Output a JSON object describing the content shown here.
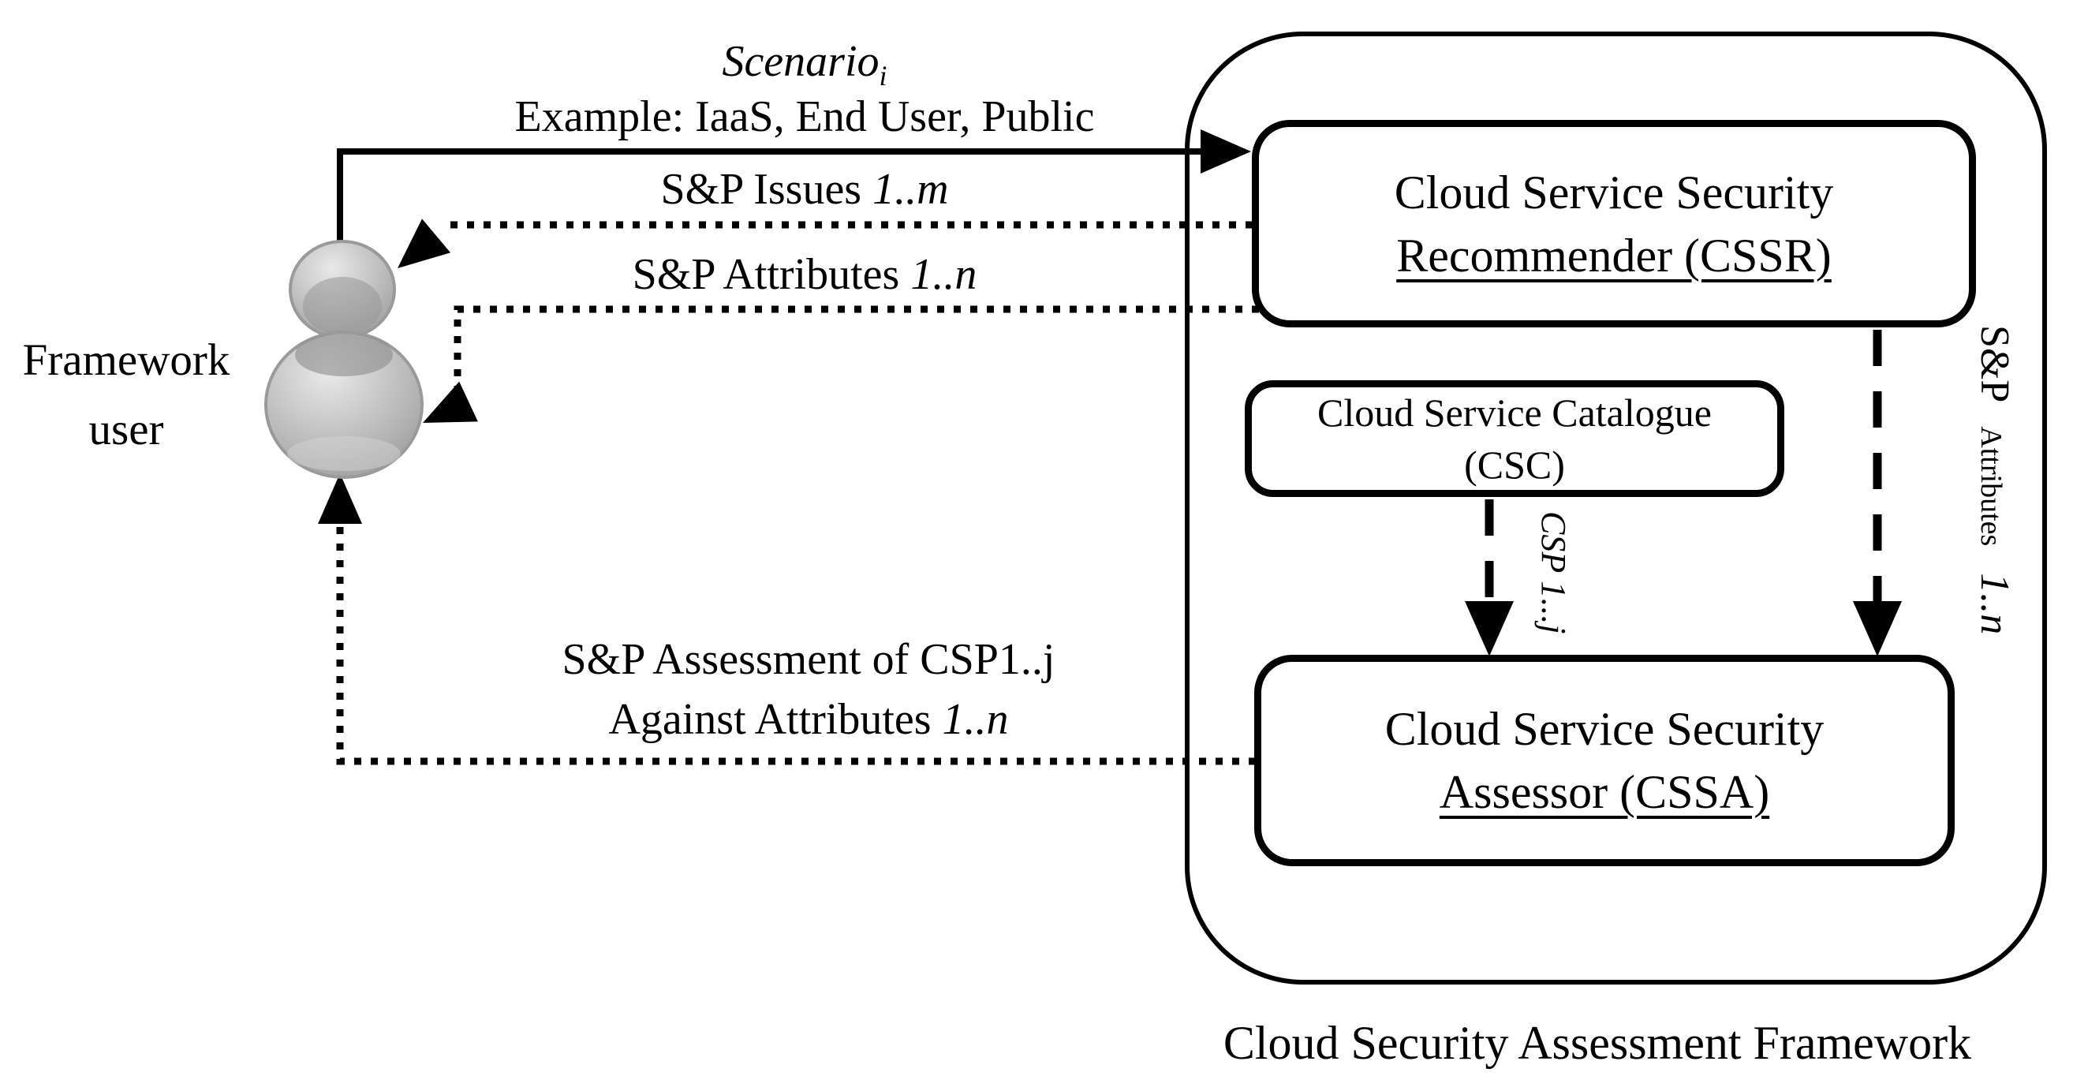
{
  "actor": {
    "line1": "Framework",
    "line2": "user"
  },
  "flows": {
    "scenario": {
      "word": "Scenario",
      "sub": "i"
    },
    "example": "Example: IaaS, End User, Public",
    "sp_issues": {
      "text": "S&P Issues ",
      "range": "1..m"
    },
    "sp_attributes": {
      "text": "S&P Attributes ",
      "range": "1..n"
    },
    "assessment_line1": "S&P Assessment of CSP1..j",
    "assessment_line2": {
      "text": "Against Attributes ",
      "range": "1..n"
    },
    "csp_rotated": "CSP 1...j",
    "attr_rotated": {
      "p1": "S&P",
      "p2": "Attributes",
      "p3": "1..n"
    }
  },
  "framework": {
    "caption": "Cloud Security Assessment Framework",
    "cssr": {
      "line1": "Cloud Service Security",
      "line2": "Recommender (CSSR)"
    },
    "csc": {
      "line1": "Cloud Service Catalogue",
      "line2": "(CSC)"
    },
    "cssa": {
      "line1": "Cloud Service Security",
      "line2": "Assessor (CSSA)"
    }
  },
  "colors": {
    "ink": "#000000",
    "background": "#ffffff",
    "figure_gray": "#a8a8a8"
  }
}
